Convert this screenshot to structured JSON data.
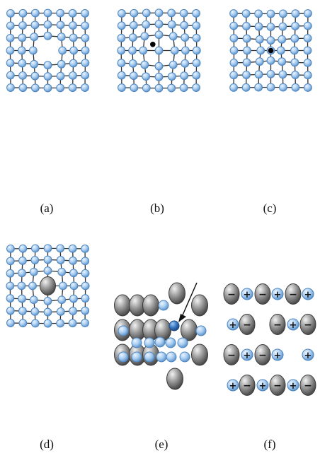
{
  "figure": {
    "panels": [
      {
        "id": "a",
        "label": "(a)",
        "kind": "vacancy"
      },
      {
        "id": "b",
        "label": "(b)",
        "kind": "interstitial"
      },
      {
        "id": "c",
        "label": "(c)",
        "kind": "interstitial-small"
      },
      {
        "id": "d",
        "label": "(d)",
        "kind": "substitutional-large"
      },
      {
        "id": "e",
        "label": "(e)",
        "kind": "frenkel"
      },
      {
        "id": "f",
        "label": "(f)",
        "kind": "schottky"
      }
    ],
    "ion_signs": {
      "anion": "−",
      "cation": "+"
    },
    "colors": {
      "small_atom": "#9cc6ee",
      "small_atom_stroke": "#4f86c0",
      "large_atom": "#8d8d8d",
      "large_atom_stroke": "#3c3c3c",
      "displaced_atom": "#3a78c2",
      "bond": "#2e2e2e"
    }
  }
}
